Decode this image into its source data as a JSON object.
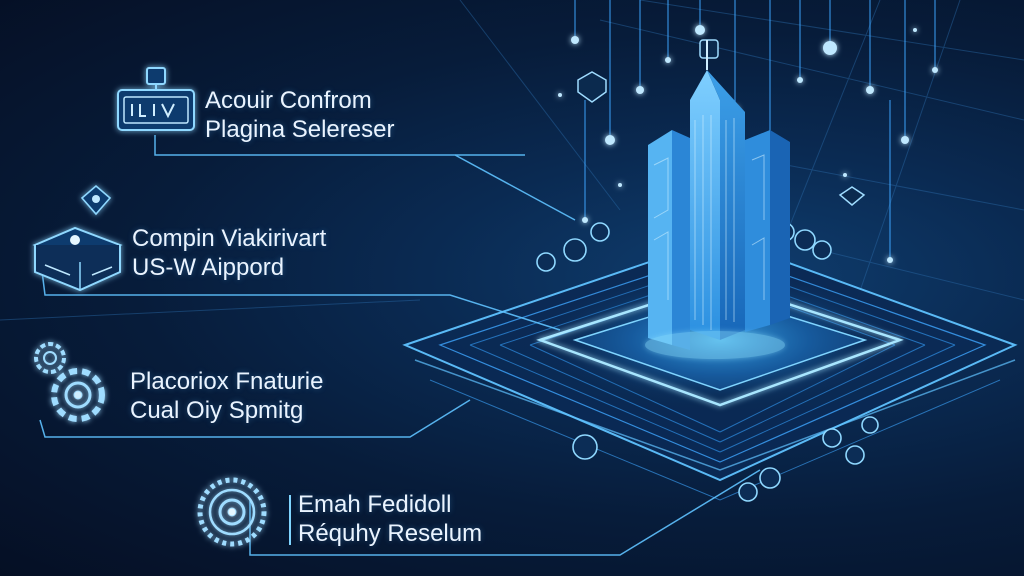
{
  "features": [
    {
      "line1": "Acouir Confrom",
      "line2": "Plagina Selereser",
      "icon": "network-box-icon"
    },
    {
      "line1": "Compin Viakirivart",
      "line2": "US-W Aippord",
      "icon": "server-chip-icon"
    },
    {
      "line1": "Placoriox Fnaturie",
      "line2": "Cual Oiy Spmitg",
      "icon": "gear-icon"
    },
    {
      "line1": "Emah Fedidoll",
      "line2": "Réquhy Reselum",
      "icon": "target-gear-icon"
    }
  ],
  "colors": {
    "background": "#06142b",
    "glow": "#39b6ff",
    "accent": "#7fd4ff",
    "text": "#eaf4ff"
  }
}
